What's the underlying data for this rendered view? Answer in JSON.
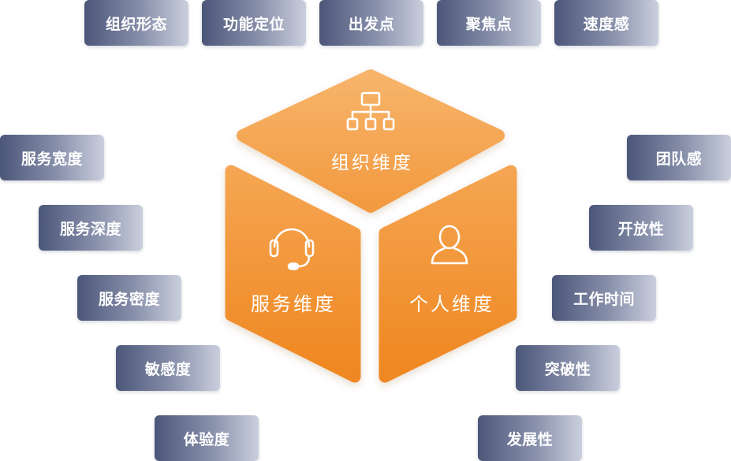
{
  "top_row": [
    {
      "label": "组织形态"
    },
    {
      "label": "功能定位"
    },
    {
      "label": "出发点"
    },
    {
      "label": "聚焦点"
    },
    {
      "label": "速度感"
    }
  ],
  "left_column": [
    {
      "label": "服务宽度"
    },
    {
      "label": "服务深度"
    },
    {
      "label": "服务密度"
    },
    {
      "label": "敏感度"
    },
    {
      "label": "体验度"
    }
  ],
  "right_column": [
    {
      "label": "团队感"
    },
    {
      "label": "开放性"
    },
    {
      "label": "工作时间"
    },
    {
      "label": "突破性"
    },
    {
      "label": "发展性"
    }
  ],
  "cube": {
    "top_face": {
      "label": "组织维度",
      "icon": "org-chart-icon"
    },
    "left_face": {
      "label": "服务维度",
      "icon": "headset-icon"
    },
    "right_face": {
      "label": "个人维度",
      "icon": "person-icon"
    }
  },
  "colors": {
    "tag_dark": "#4c5679",
    "tag_light": "#cacfdd",
    "cube_top_light": "#f7b46a",
    "cube_top_dark": "#f29a40",
    "cube_side_light": "#f5a552",
    "cube_side_dark": "#ef8720",
    "label_text": "#ffffff"
  }
}
